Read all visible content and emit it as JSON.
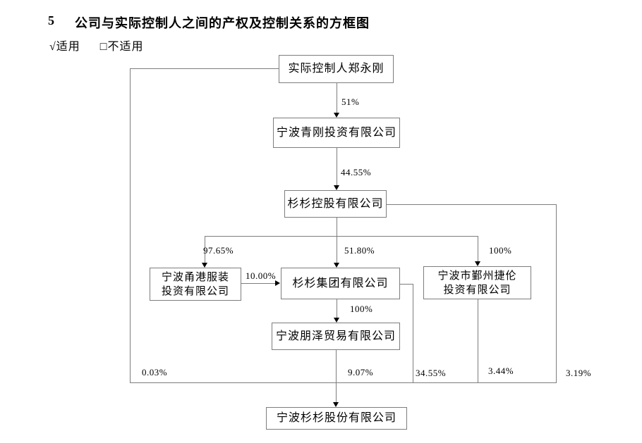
{
  "page": {
    "heading_number": "5",
    "heading_title": "公司与实际控制人之间的产权及控制关系的方框图",
    "applicable": "√适用",
    "not_applicable": "□不适用"
  },
  "diagram": {
    "nodes": {
      "controller": {
        "label": "实际控制人郑永刚"
      },
      "qinggang": {
        "label": "宁波青刚投资有限公司"
      },
      "holding": {
        "label": "杉杉控股有限公司"
      },
      "yonggang": {
        "label": "宁波甬港服装\n投资有限公司"
      },
      "group": {
        "label": "杉杉集团有限公司"
      },
      "jielun": {
        "label": "宁波市鄞州捷伦\n投资有限公司"
      },
      "pengze": {
        "label": "宁波朋泽贸易有限公司"
      },
      "listco": {
        "label": "宁波杉杉股份有限公司"
      }
    },
    "edges": {
      "controller_to_qinggang": "51%",
      "qinggang_to_holding": "44.55%",
      "holding_to_yonggang": "97.65%",
      "holding_to_group": "51.80%",
      "holding_to_jielun": "100%",
      "yonggang_to_group": "10.00%",
      "group_to_pengze": "100%",
      "controller_to_listco": "0.03%",
      "pengze_to_listco": "9.07%",
      "group_to_listco": "34.55%",
      "jielun_to_listco": "3.44%",
      "holding_to_listco": "3.19%"
    },
    "colors": {
      "line": "#7d7d7d",
      "arrow": "#000000",
      "text": "#000000",
      "background": "#ffffff"
    }
  }
}
